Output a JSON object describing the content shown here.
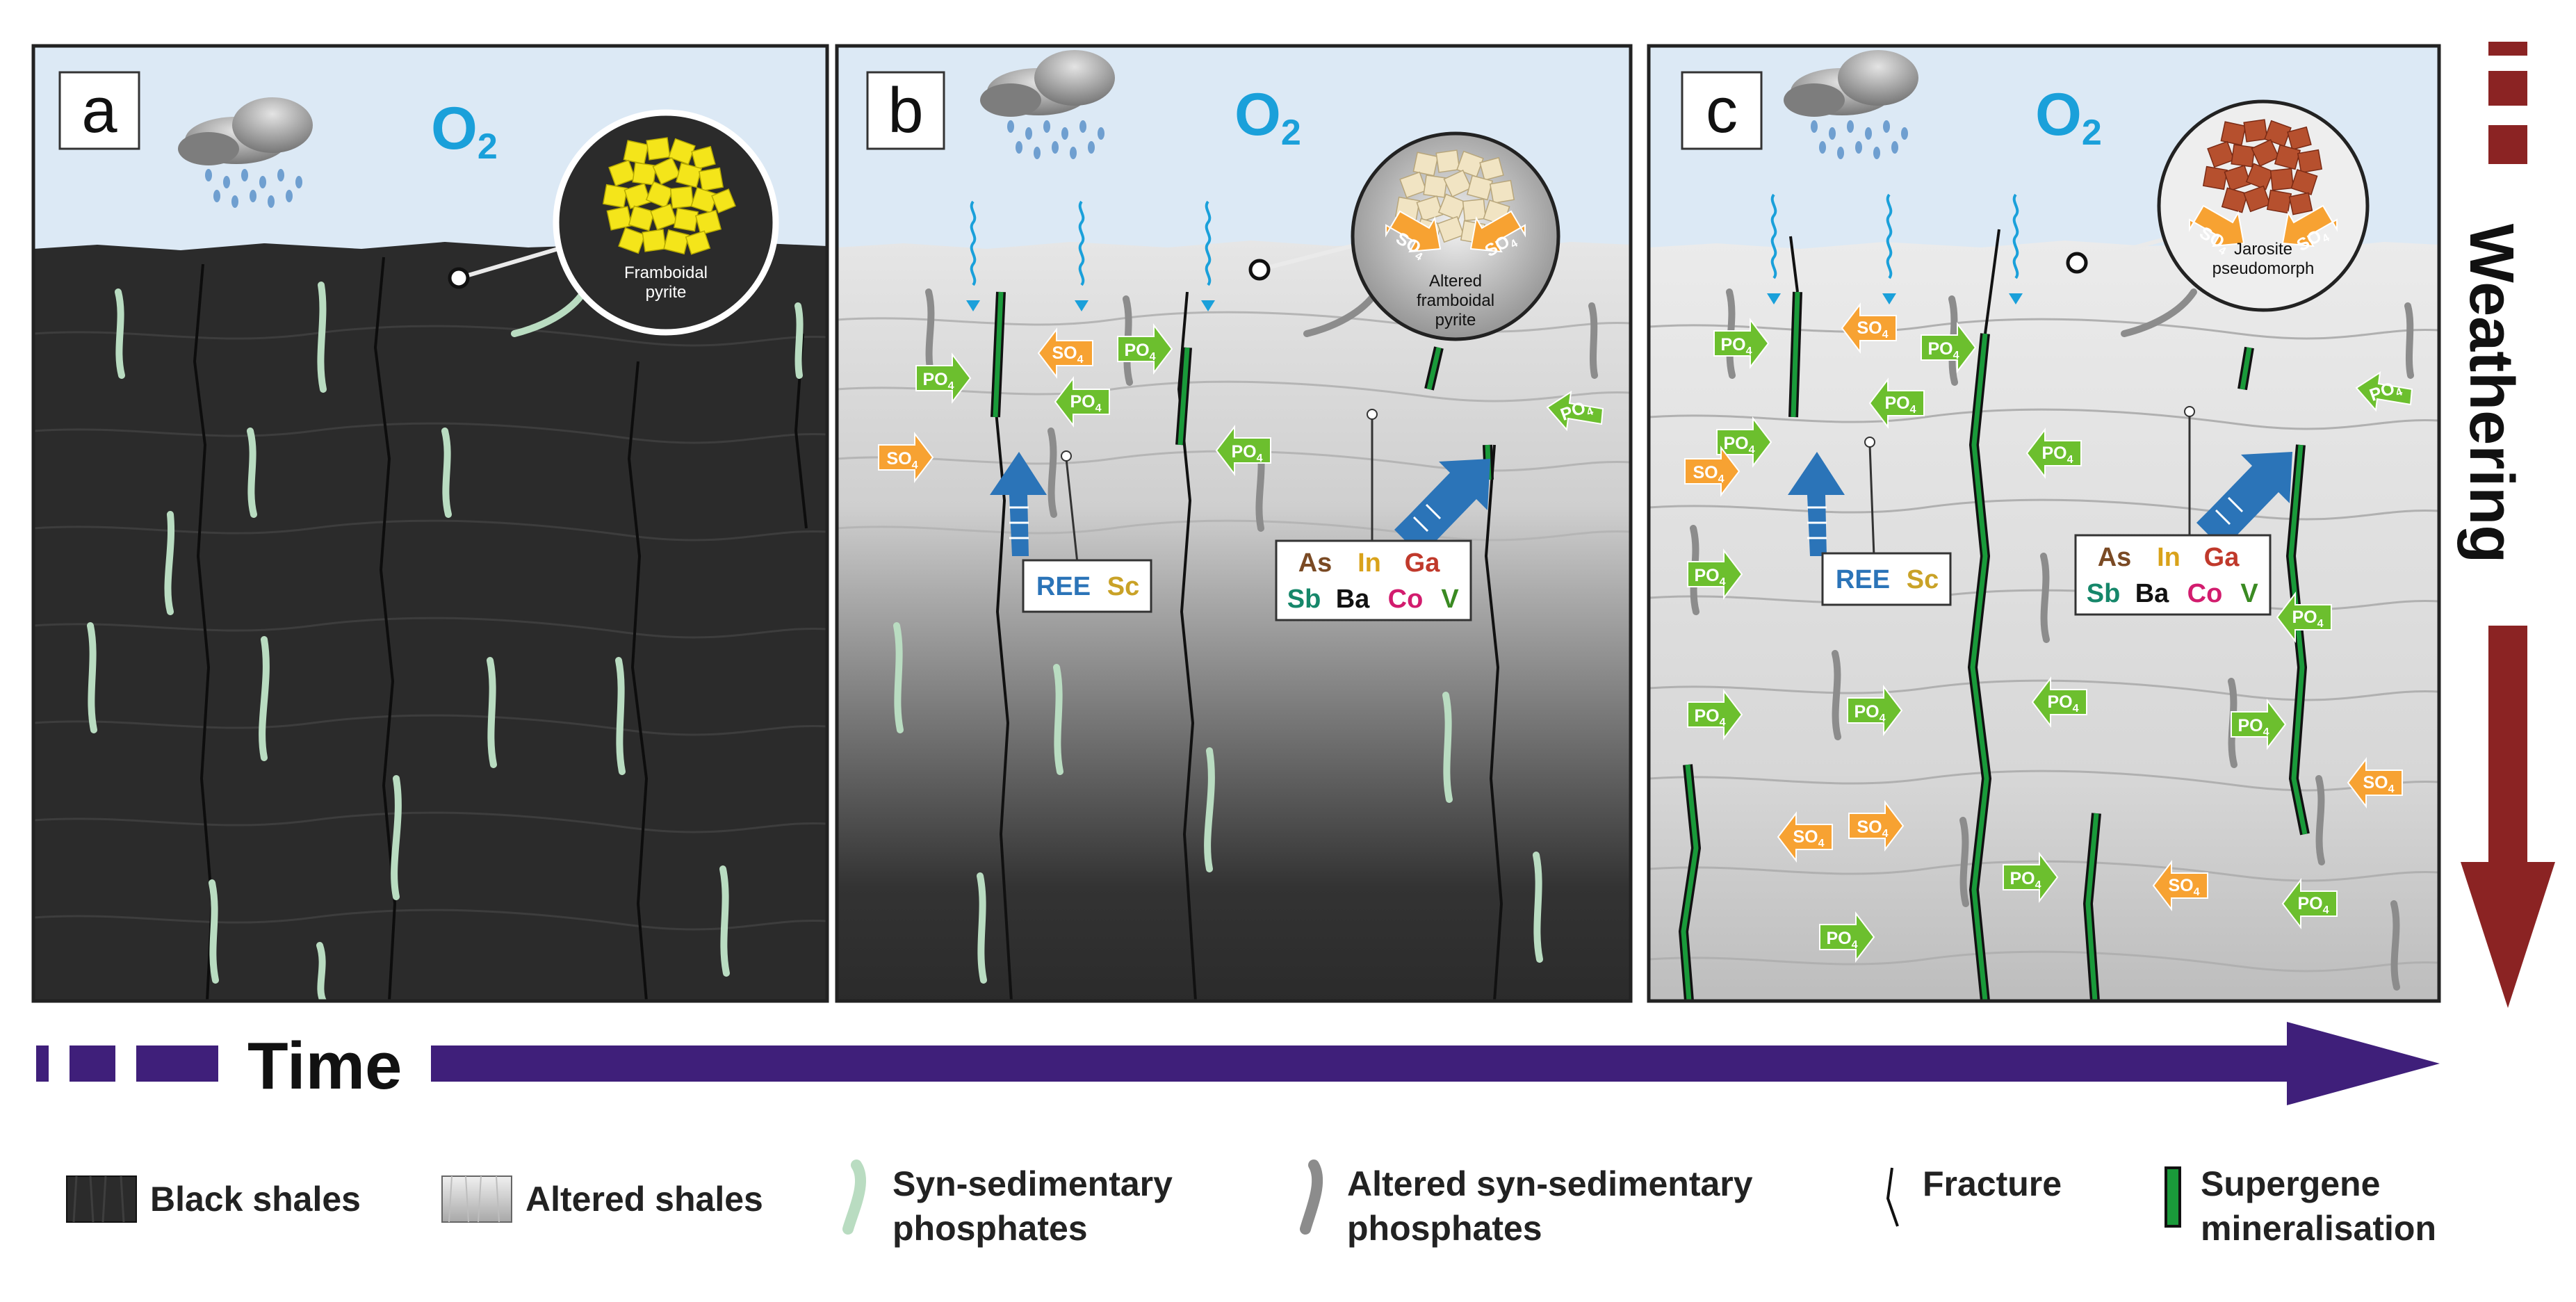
{
  "panels": [
    {
      "letter": "a",
      "o2": "O",
      "o2_sub": "2",
      "circle_label_1": "Framboidal",
      "circle_label_2": "pyrite"
    },
    {
      "letter": "b",
      "o2": "O",
      "o2_sub": "2",
      "circle_label_1": "Altered",
      "circle_label_2": "framboidal",
      "circle_label_3": "pyrite",
      "circle_ion_1": "SO",
      "circle_ion_2": "SO"
    },
    {
      "letter": "c",
      "o2": "O",
      "o2_sub": "2",
      "circle_label_1": "Jarosite",
      "circle_label_2": "pseudomorph",
      "circle_ion_1": "SO",
      "circle_ion_2": "SO"
    }
  ],
  "ions": {
    "po4": "PO",
    "so4": "SO",
    "sub4": "4"
  },
  "element_boxes": {
    "ree": "REE",
    "sc": "Sc",
    "as": "As",
    "in": "In",
    "ga": "Ga",
    "sb": "Sb",
    "ba": "Ba",
    "co": "Co",
    "v": "V"
  },
  "axes": {
    "time": "Time",
    "weathering": "Weathering"
  },
  "legend": {
    "black_shales": "Black shales",
    "altered_shales": "Altered shales",
    "syn_phosphates_1": "Syn-sedimentary",
    "syn_phosphates_2": "phosphates",
    "altered_syn_1": "Altered syn-sedimentary",
    "altered_syn_2": "phosphates",
    "fracture": "Fracture",
    "supergene_1": "Supergene",
    "supergene_2": "mineralisation"
  },
  "colors": {
    "sky": "#dce9f5",
    "black_shale": "#2b2b2b",
    "altered_shale": "#dcdcdc",
    "phosphate": "#b9dcc1",
    "altered_phosphate": "#8c8c8c",
    "supergene": "#1a9a3a",
    "po4_arrow": "#6cbf2e",
    "so4_arrow": "#f7a232",
    "o2": "#1aa0da",
    "time_arrow": "#3f1f7a",
    "weathering_arrow": "#8b2323",
    "pyrite": "#f4e51a",
    "altered_pyrite": "#f1e4c3",
    "jarosite": "#b6502e",
    "blue_arrow": "#2b74b8"
  }
}
